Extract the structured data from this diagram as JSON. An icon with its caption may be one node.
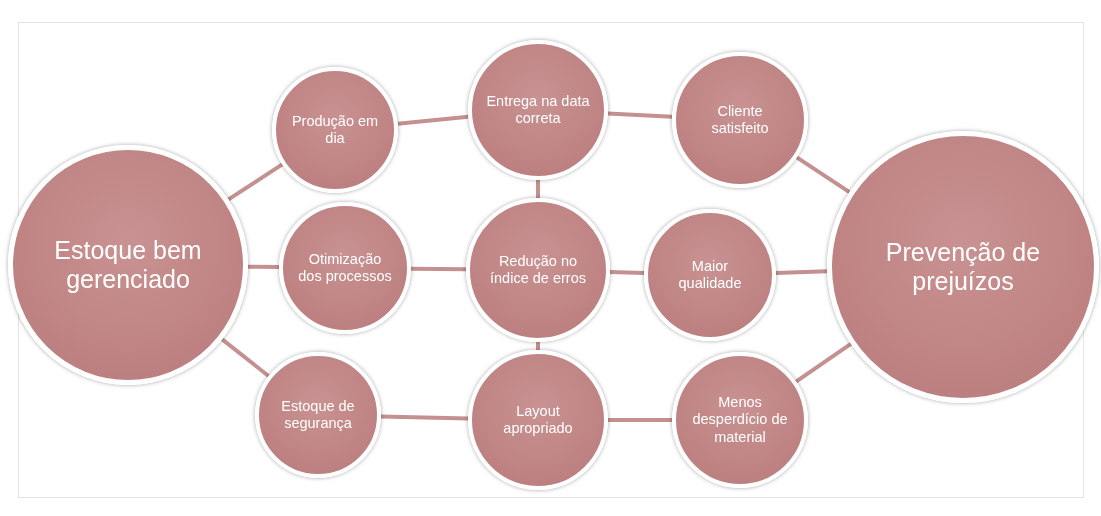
{
  "diagram": {
    "nodes": [
      {
        "text": [
          "Estoque bem gerenciado"
        ]
      },
      {
        "text": [
          "Produção em dia"
        ]
      },
      {
        "text": [
          "Entrega na data correta"
        ]
      },
      {
        "text": [
          "Cliente satisfeito"
        ]
      },
      {
        "text": [
          "Otimização dos processos"
        ]
      },
      {
        "text": [
          "Redução no índice de erros"
        ]
      },
      {
        "text": [
          "Maior qualidade"
        ]
      },
      {
        "text": [
          "Prevenção de prejuízos"
        ]
      },
      {
        "text": [
          "Estoque de segurança"
        ]
      },
      {
        "text": [
          "Layout apropriado"
        ]
      },
      {
        "text": [
          "Menos desperdício de material"
        ]
      }
    ],
    "edges": [
      {
        "from": 0,
        "to": 1,
        "arrow": "none"
      },
      {
        "from": 0,
        "to": 4,
        "arrow": "none"
      },
      {
        "from": 0,
        "to": 8,
        "arrow": "none"
      },
      {
        "from": 1,
        "to": 2,
        "arrow": "none"
      },
      {
        "from": 2,
        "to": 3,
        "arrow": "none"
      },
      {
        "from": 3,
        "to": 7,
        "arrow": "none"
      },
      {
        "from": 4,
        "to": 5,
        "arrow": "none"
      },
      {
        "from": 5,
        "to": 6,
        "arrow": "none"
      },
      {
        "from": 6,
        "to": 7,
        "arrow": "none"
      },
      {
        "from": 8,
        "to": 9,
        "arrow": "none"
      },
      {
        "from": 9,
        "to": 10,
        "arrow": "none"
      },
      {
        "from": 10,
        "to": 7,
        "arrow": "none"
      },
      {
        "from": 2,
        "to": 5,
        "arrow": "none"
      },
      {
        "from": 5,
        "to": 9,
        "arrow": "none"
      }
    ]
  }
}
